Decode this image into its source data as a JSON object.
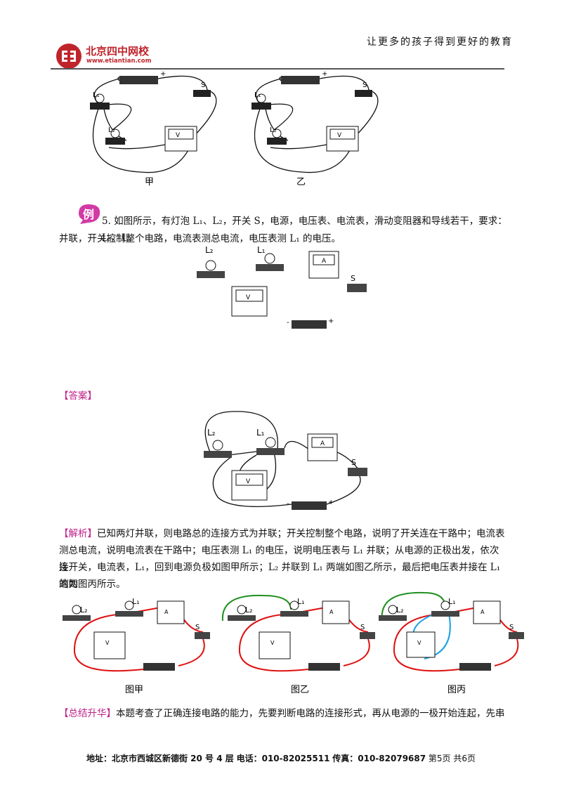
{
  "header": {
    "slogan": "让更多的孩子得到更好的教育",
    "brand_name": "北京四中网校",
    "brand_url": "www.etiantian.com"
  },
  "figure_top": {
    "captions": [
      "甲",
      "乙"
    ]
  },
  "example": {
    "badge": "例",
    "line1": "5. 如图所示，有灯泡 L₁、L₂，开关 S，电源，电压表、电流表，滑动变阻器和导线若干，要求：L₁、L₂",
    "line2": "并联，开关控制整个电路，电流表测总电流，电压表测 L₁ 的电压。"
  },
  "answer_label": "【答案】",
  "analysis": {
    "label": "【解析】",
    "line1": "已知两灯并联，则电路总的连接方式为并联；开关控制整个电路，说明了开关连在干路中；电流表",
    "line2": "测总电流，说明电流表在干路中；电压表测 L₁ 的电压，说明电压表与 L₁ 并联；从电源的正极出发，依次连",
    "line3": "接开关，电流表，L₁，回到电源负极如图甲所示；L₂ 并联到 L₁ 两端如图乙所示，最后把电压表并接在 L₁ 的两",
    "line4": "端如图丙所示。"
  },
  "figure_bottom": {
    "captions": [
      "图甲",
      "图乙",
      "图丙"
    ]
  },
  "summary": {
    "label": "【总结升华】",
    "line1": "本题考查了正确连接电路的能力，先要判断电路的连接形式，再从电源的一极开始连起，先串"
  },
  "labels": {
    "l1": "L₁",
    "l2": "L₂",
    "s": "S",
    "v": "V",
    "a": "A",
    "plus": "+",
    "minus": "-"
  },
  "footer": {
    "address_label": "地址：",
    "address": "北京市西城区新德街 20 号 4 层",
    "phone_label": "电话：",
    "phone": "010-82025511",
    "fax_label": "传真：",
    "fax": "010-82079687",
    "page": "第5页  共6页"
  },
  "colors": {
    "brand_red": "#c0242b",
    "label_magenta": "#c0208a",
    "wire_red": "#e01010",
    "wire_green": "#1f8f1f",
    "wire_blue": "#1aa0e0"
  }
}
